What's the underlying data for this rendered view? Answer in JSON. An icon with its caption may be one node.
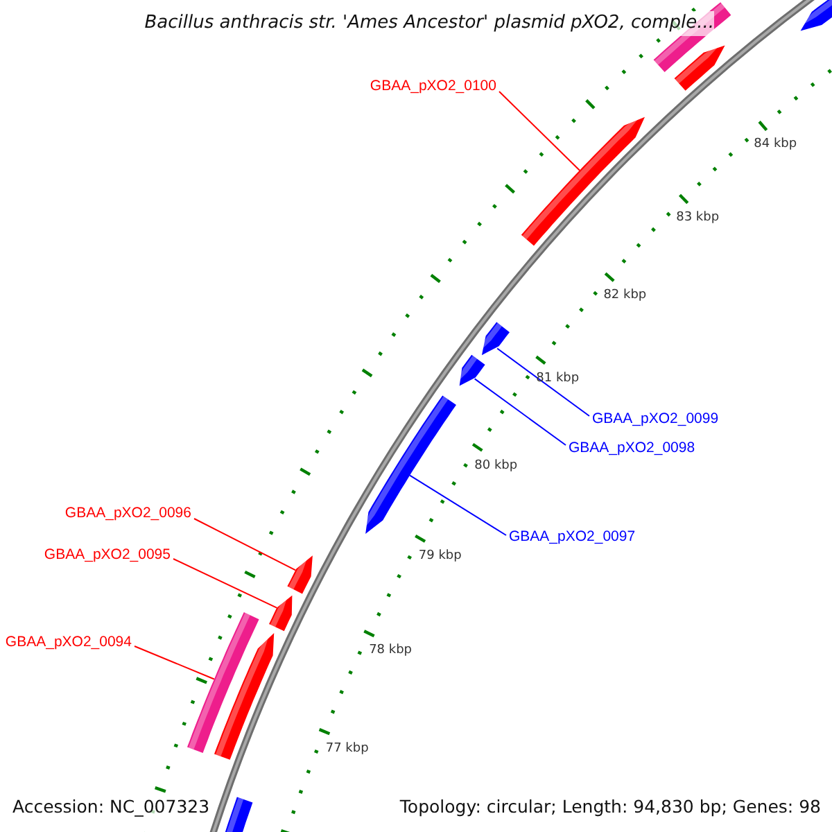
{
  "diagram": {
    "title": "Bacillus anthracis str. 'Ames Ancestor' plasmid pXO2, comple...",
    "nodes": [
      {
        "text": [
          "GBAA_pXO2_0100"
        ]
      },
      {
        "text": [
          "GBAA_pXO2_0099"
        ]
      },
      {
        "text": [
          "GBAA_pXO2_0098"
        ]
      },
      {
        "text": [
          "GBAA_pXO2_0097"
        ]
      },
      {
        "text": [
          "GBAA_pXO2_0096"
        ]
      },
      {
        "text": [
          "GBAA_pXO2_0095"
        ]
      },
      {
        "text": [
          "GBAA_pXO2_0094"
        ]
      },
      {
        "text": [],
        "shape": "arrow"
      },
      {
        "text": [],
        "shape": "arrow"
      },
      {
        "text": [],
        "shape": "arrow"
      },
      {
        "text": [],
        "shape": "arrow"
      },
      {
        "text": [],
        "shape": "arrow"
      },
      {
        "text": [],
        "shape": "arrow"
      },
      {
        "text": [],
        "shape": "bar"
      }
    ],
    "edges": [
      {
        "from": 0,
        "to": 7,
        "arrow": "none"
      },
      {
        "from": 1,
        "to": 8,
        "arrow": "none",
        "color": "#0000ff"
      },
      {
        "from": 2,
        "to": 9,
        "arrow": "none",
        "color": "#0000ff"
      },
      {
        "from": 3,
        "to": 10,
        "arrow": "none",
        "color": "#0000ff"
      },
      {
        "from": 4,
        "to": 11,
        "arrow": "none"
      },
      {
        "from": 5,
        "to": 12,
        "arrow": "none"
      },
      {
        "from": 6,
        "to": 13,
        "arrow": "none"
      }
    ],
    "labels": [
      "84 kbp",
      "83 kbp",
      "82 kbp",
      "81 kbp",
      "80 kbp",
      "79 kbp",
      "78 kbp",
      "77 kbp",
      "Accession: NC_007323",
      "Topology: circular; Length: 94,830 bp; Genes: 98"
    ]
  }
}
